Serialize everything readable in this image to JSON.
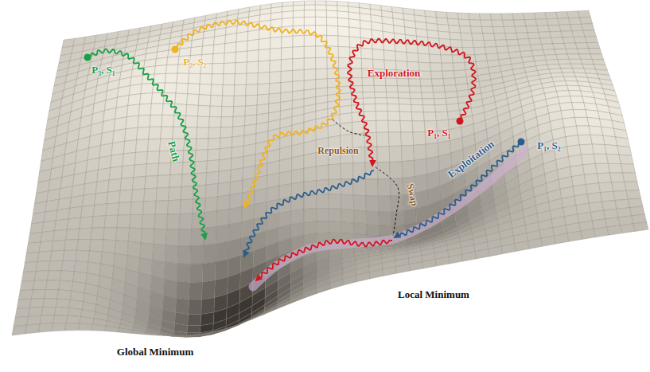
{
  "diagram": {
    "labels": [
      "P₃, S₁",
      "P₂, S₂",
      "Exploration",
      "Repulsion",
      "P₁, S₁",
      "P₁, S₂",
      "Swap",
      "Exploitation",
      "Path",
      "Local Minimum",
      "Global Minimum"
    ]
  }
}
